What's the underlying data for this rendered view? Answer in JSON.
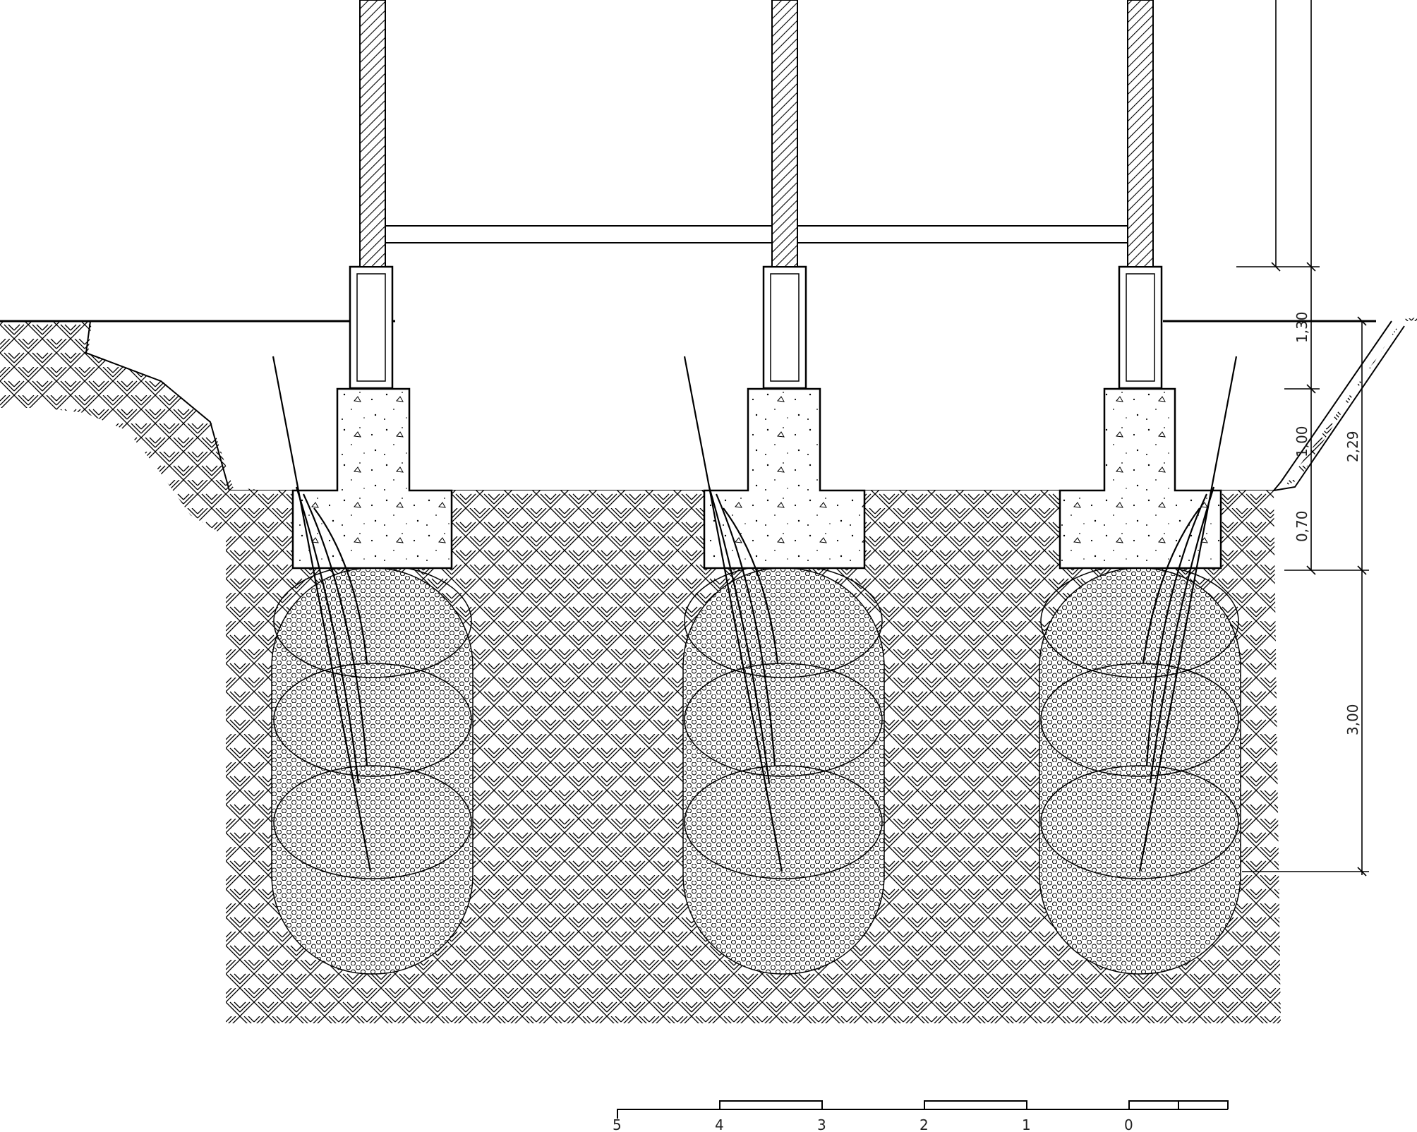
{
  "dimensions": {
    "d1": "1,30",
    "d2": "1,00",
    "d3": "0,70",
    "d4": "2,29",
    "d5": "3,00"
  },
  "scale_bar": {
    "labels": [
      "5",
      "4",
      "3",
      "2",
      "1",
      "0"
    ]
  },
  "colors": {
    "ink": "#000000",
    "paper": "#ffffff"
  }
}
